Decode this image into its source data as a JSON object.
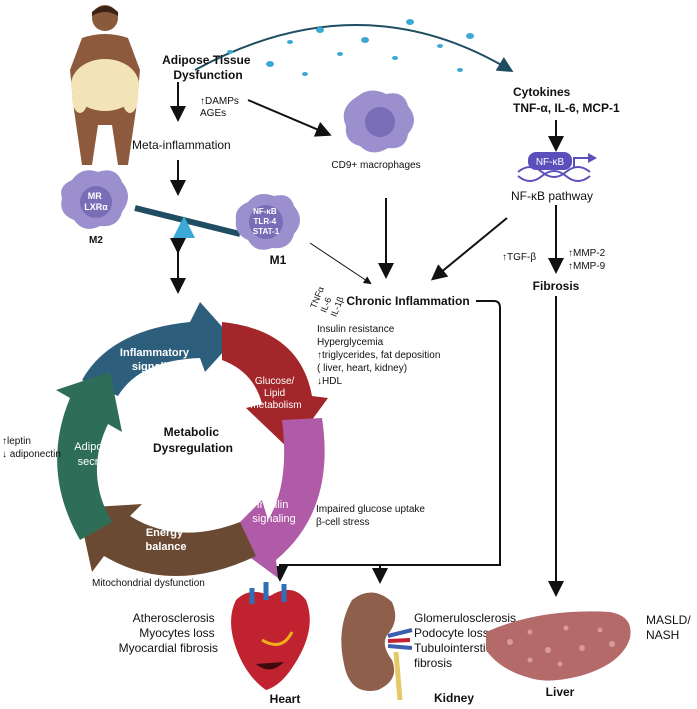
{
  "title_adipose": [
    "Adipose Tissue",
    "Dysfunction"
  ],
  "damps": [
    "↑DAMPs",
    "AGEs"
  ],
  "meta_inflammation": "Meta-inflammation",
  "cd9": "CD9+ macrophages",
  "cytokines": [
    "Cytokines",
    "TNF-α, IL-6,  MCP-1"
  ],
  "nfkb_box": "NF-κB",
  "nfkb_pathway": "NF-κB pathway",
  "m2": {
    "lines": [
      "MR",
      "LXRα"
    ],
    "label": "M2"
  },
  "m1": {
    "lines": [
      "NF-κB",
      "TLR-4",
      "STAT-1"
    ],
    "label": "M1"
  },
  "m1_cytokines": [
    "TNFα",
    "IL-6",
    "IL-1β"
  ],
  "tgf": "↑TGF-β",
  "mmp": [
    "↑MMP-2",
    "↑MMP-9"
  ],
  "fibrosis": "Fibrosis",
  "chronic": "Chronic Inflammation",
  "glucose_effects": [
    "Insulin resistance",
    "Hyperglycemia",
    "↑triglycerides, fat deposition",
    "( liver, heart, kidney)",
    "↓HDL"
  ],
  "cycle": {
    "center": [
      "Metabolic",
      "Dysregulation"
    ],
    "inflammatory": [
      "Inflammatory",
      "signaling"
    ],
    "glucose": [
      "Glucose/",
      "Lipid",
      "metabolism"
    ],
    "insulin": [
      "Insulin",
      "signaling"
    ],
    "energy": [
      "Energy",
      "balance"
    ],
    "adipokine": [
      "Adipokine",
      "secretion"
    ]
  },
  "leptin": [
    "↑leptin",
    "↓ adiponectin"
  ],
  "insulin_effects": [
    "Impaired glucose uptake",
    "β-cell stress"
  ],
  "mito": "Mitochondrial dysfunction",
  "heart": {
    "effects": [
      "Atherosclerosis",
      "Myocytes loss",
      "Myocardial fibrosis"
    ],
    "label": "Heart"
  },
  "kidney": {
    "effects": [
      "Glomerulosclerosis",
      "Podocyte loss",
      "Tubulointerstitial",
      "fibrosis"
    ],
    "label": "Kidney"
  },
  "liver": {
    "effects": [
      "MASLD/",
      "NASH"
    ],
    "label": "Liver"
  },
  "colors": {
    "inflammatory": "#2d5f7c",
    "glucose": "#a3262b",
    "insulin": "#b05ba8",
    "energy": "#6b4a33",
    "adipokine": "#2e6e58",
    "macrophage": "#9b8fce",
    "nfkb": "#5b4fbb"
  }
}
